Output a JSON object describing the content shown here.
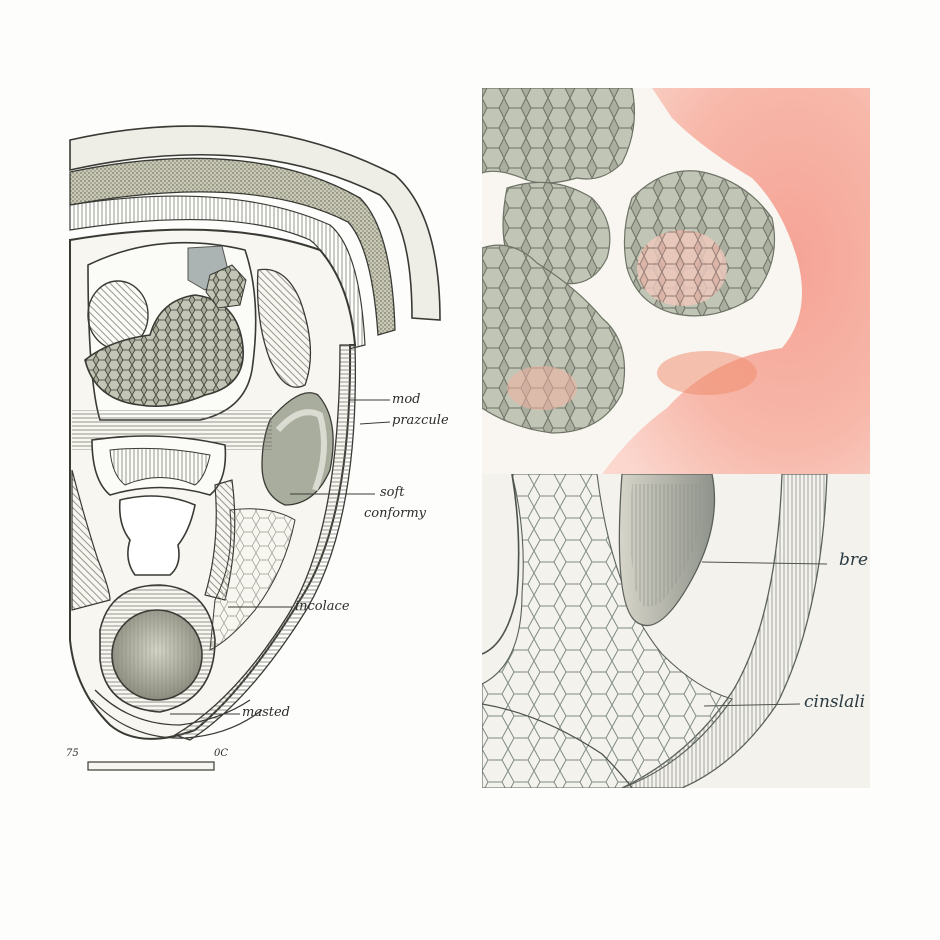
{
  "left_diagram": {
    "labels": {
      "mod": "mod",
      "prscule": "prazcule",
      "soft": "soft",
      "conformy": "conformy",
      "incolace": "incolace",
      "masted": "masted"
    },
    "scale": {
      "left": "75",
      "right": "0C"
    }
  },
  "bottom_right_panel": {
    "labels": {
      "bre": "bre",
      "cinslali": "cinslali"
    }
  },
  "colors": {
    "ink": "#3a3a35",
    "wash_green": "#9aa192",
    "wash_pink": "#f4a79a",
    "wash_orange": "#ef8a6a"
  }
}
